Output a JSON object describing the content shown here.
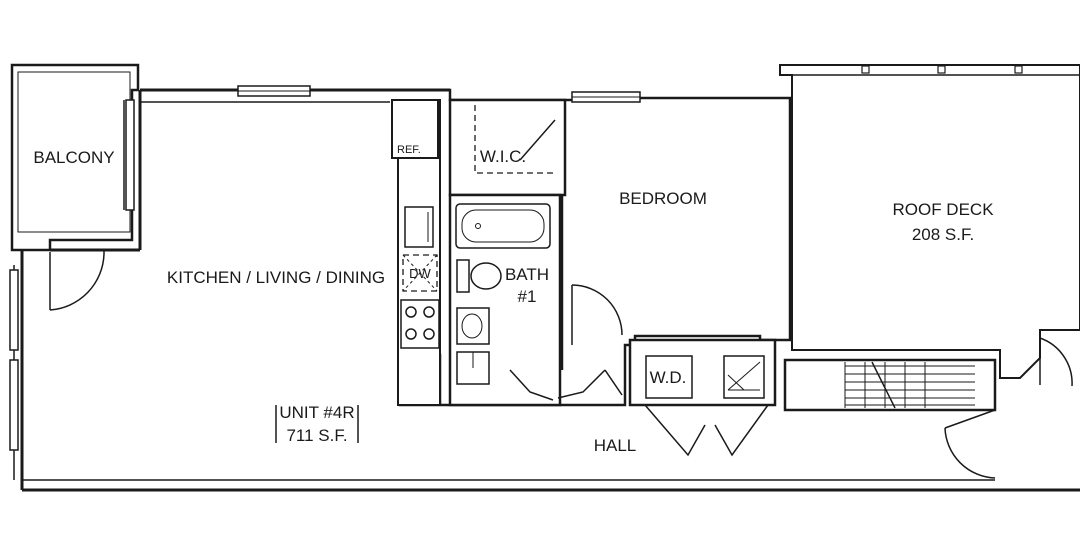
{
  "plan": {
    "rooms": {
      "balcony": "BALCONY",
      "kitchen_living_dining": "KITCHEN / LIVING / DINING",
      "wic": "W.I.C.",
      "bedroom": "BEDROOM",
      "bath": "BATH",
      "bath_number": "#1",
      "roof_deck": "ROOF DECK",
      "roof_deck_area": "208 S.F.",
      "hall": "HALL",
      "washer_dryer": "W.D."
    },
    "fixtures": {
      "refrigerator": "REF.",
      "dishwasher": "DW"
    },
    "unit": {
      "name": "UNIT #4R",
      "area": "711 S.F."
    }
  }
}
